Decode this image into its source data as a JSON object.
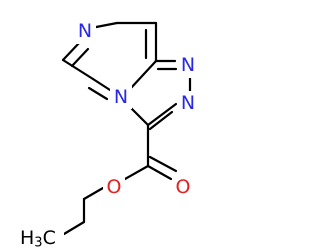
{
  "molecule": {
    "atoms": {
      "n_pyrazine": {
        "element": "N",
        "label": "N",
        "color": "#2828e6"
      },
      "n_bridge": {
        "element": "N",
        "label": "N",
        "color": "#2828e6"
      },
      "n_triazole_1": {
        "element": "N",
        "label": "N",
        "color": "#2828e6"
      },
      "n_triazole_2": {
        "element": "N",
        "label": "N",
        "color": "#2828e6"
      },
      "o_carbonyl": {
        "element": "O",
        "label": "O",
        "color": "#e62020"
      },
      "o_ester": {
        "element": "O",
        "label": "O",
        "color": "#e62020"
      },
      "methyl": {
        "element": "C",
        "label_main": "H",
        "label_sub": "3",
        "label_tail": "C",
        "color": "#000000"
      }
    },
    "colors": {
      "bond": "#000000",
      "nitrogen": "#2828e6",
      "oxygen": "#e62020",
      "background": "#ffffff"
    }
  }
}
